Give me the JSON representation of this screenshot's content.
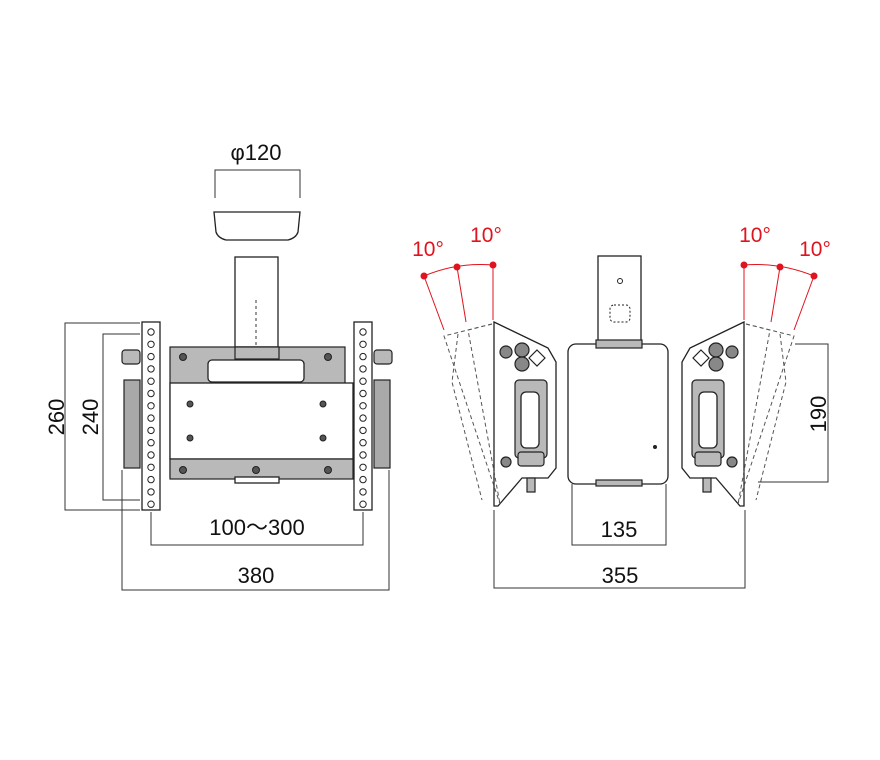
{
  "dimensions": {
    "pipe_diameter": "φ120",
    "height_total": "260",
    "height_inner": "240",
    "vesa_range": "100〜300",
    "width_left": "380",
    "depth_center": "135",
    "width_right": "355",
    "drop_height": "190"
  },
  "tilt": {
    "left_outer": "10°",
    "left_inner": "10°",
    "right_inner": "10°",
    "right_outer": "10°"
  },
  "colors": {
    "tilt_accent": "#e0141e",
    "part_gray": "#b9b9b9"
  }
}
